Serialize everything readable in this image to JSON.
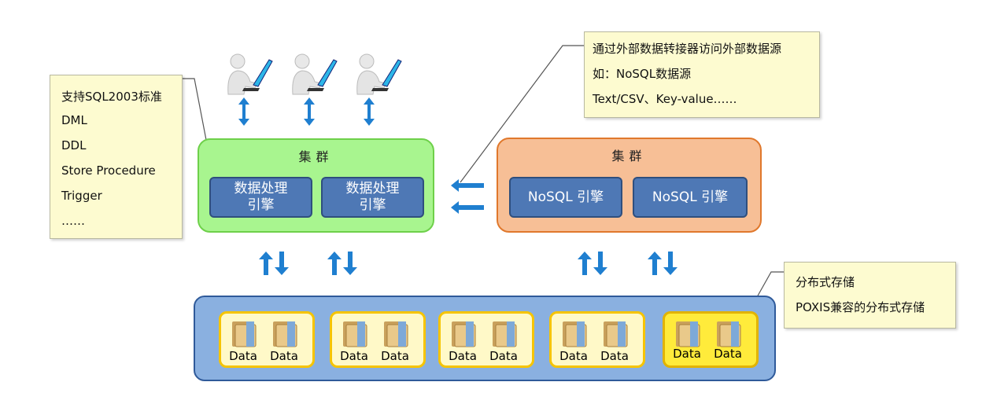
{
  "left_note": {
    "lines": [
      "支持SQL2003标准",
      "DML",
      "DDL",
      "Store Procedure",
      "Trigger",
      "……"
    ]
  },
  "top_right_note": {
    "lines": [
      "通过外部数据转接器访问外部数据源",
      "如：NoSQL数据源",
      "Text/CSV、Key-value……"
    ]
  },
  "storage_note": {
    "lines": [
      "分布式存储",
      "POXIS兼容的分布式存储"
    ]
  },
  "cluster_left": {
    "title": "集群",
    "engines": [
      {
        "line1": "数据处理",
        "line2": "引擎"
      },
      {
        "line1": "数据处理",
        "line2": "引擎"
      }
    ]
  },
  "cluster_right": {
    "title": "集群",
    "engines": [
      {
        "label": "NoSQL 引擎"
      },
      {
        "label": "NoSQL 引擎"
      }
    ]
  },
  "storage": {
    "nodes": [
      {
        "items": [
          "Data",
          "Data"
        ]
      },
      {
        "items": [
          "Data",
          "Data"
        ]
      },
      {
        "items": [
          "Data",
          "Data"
        ]
      },
      {
        "items": [
          "Data",
          "Data"
        ]
      },
      {
        "items": [
          "Data",
          "Data"
        ]
      }
    ]
  },
  "colors": {
    "cluster_green": "#a8f58f",
    "cluster_orange": "#f7bf96",
    "engine_blue": "#4e78b5",
    "storage_blue": "#8ab0e0",
    "arrow_blue": "#1f7fd0",
    "node_yellow": "#fff9c8"
  },
  "icons": [
    "user-laptop-icon",
    "folder-icon",
    "updown-arrow-icon",
    "left-arrow-icon"
  ]
}
